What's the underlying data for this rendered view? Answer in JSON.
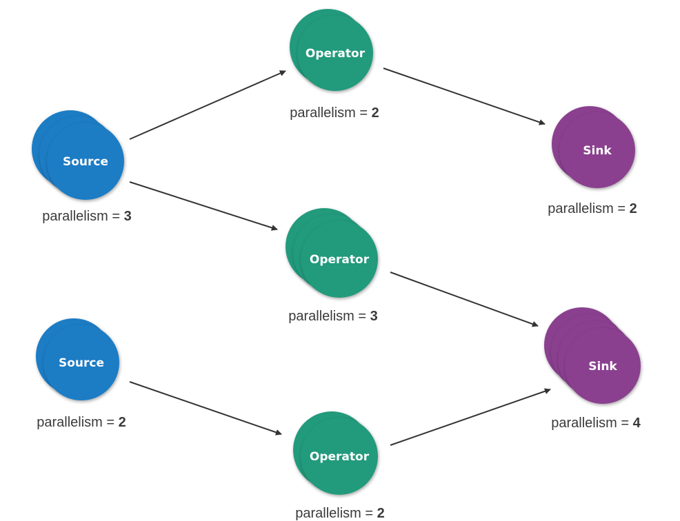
{
  "colors": {
    "source": "#1e7cc4",
    "operator": "#229a7c",
    "sink": "#8a3f8f",
    "arrow": "#333333",
    "text": "#3a3a3a"
  },
  "parallelism_prefix": "parallelism = ",
  "nodes": [
    {
      "id": "source-1",
      "kind": "source",
      "label": "Source",
      "parallelism": "3"
    },
    {
      "id": "operator-1",
      "kind": "operator",
      "label": "Operator",
      "parallelism": "2"
    },
    {
      "id": "operator-2",
      "kind": "operator",
      "label": "Operator",
      "parallelism": "3"
    },
    {
      "id": "sink-1",
      "kind": "sink",
      "label": "Sink",
      "parallelism": "2"
    },
    {
      "id": "source-2",
      "kind": "source",
      "label": "Source",
      "parallelism": "2"
    },
    {
      "id": "operator-3",
      "kind": "operator",
      "label": "Operator",
      "parallelism": "2"
    },
    {
      "id": "sink-2",
      "kind": "sink",
      "label": "Sink",
      "parallelism": "4"
    }
  ],
  "edges": [
    {
      "from": "source-1",
      "to": "operator-1"
    },
    {
      "from": "source-1",
      "to": "operator-2"
    },
    {
      "from": "operator-1",
      "to": "sink-1"
    },
    {
      "from": "operator-2",
      "to": "sink-2"
    },
    {
      "from": "source-2",
      "to": "operator-3"
    },
    {
      "from": "operator-3",
      "to": "sink-2"
    }
  ]
}
